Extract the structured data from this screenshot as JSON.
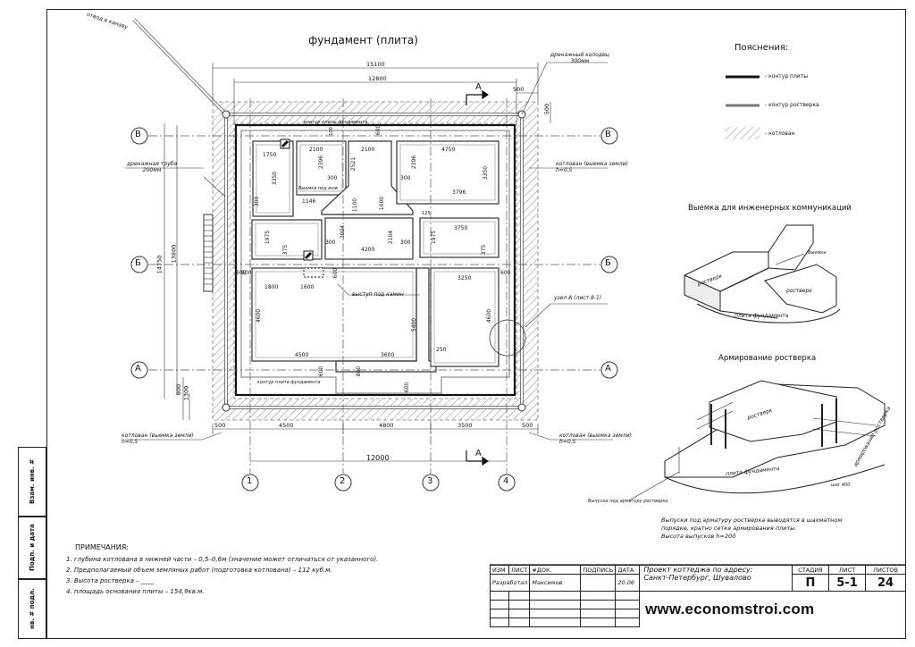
{
  "title": "фундамент (плита)",
  "legend": {
    "title": "Пояснения:",
    "items": [
      "- контур плиты",
      "- контур ростверка",
      "- котлован"
    ]
  },
  "dims": {
    "top_total": "15100",
    "top_mid": "12800",
    "top_500": "500",
    "bottom_total": "12000",
    "bottom_a": "4500",
    "bottom_b": "4800",
    "bottom_c": "3500",
    "bottom_500l": "500",
    "bottom_500r": "500",
    "left_total": "14750",
    "left_b": "13800",
    "left_800": "800",
    "left_1300": "1300",
    "right_500": "500"
  },
  "rooms": {
    "r1750": "1750",
    "r3350a": "3350",
    "r2100a": "2100",
    "r2396a": "2396",
    "r300a": "300",
    "r2521": "2521",
    "r2100b": "2100",
    "r2396b": "2396",
    "r4750": "4750",
    "r300b": "300",
    "r3350b": "3350",
    "r3796": "3796",
    "r1146": "1146",
    "r1100": "1100",
    "r1000": "1000",
    "r600a": "600",
    "r100": "100",
    "r125": "125",
    "r3750": "3750",
    "r1975a": "1975",
    "r1975b": "1975",
    "r375a": "375",
    "r375b": "375",
    "r2004": "2004",
    "r4200": "4200",
    "r2104": "2104",
    "r300c": "300",
    "r300d": "300",
    "r1800": "1800",
    "r1600": "1600",
    "r600b": "600",
    "r3250": "3250",
    "r600c": "600",
    "r4600a": "4600",
    "r5400": "5400",
    "r4600b": "4600",
    "r4500": "4500",
    "r3600": "3600",
    "r250": "250",
    "r600d": "600",
    "r800": "800",
    "r600e": "600",
    "r600f": "600",
    "r600g": "600",
    "r300e": "300"
  },
  "labels": {
    "otvod": "отвод в канаву",
    "drenazh_kolodec": "дренажный колодец\n300мм",
    "drenazh_truba": "дренажная труба\n200мм",
    "kotlovan_right1": "котлован (выемка земли)\nh=0,5",
    "kotlovan_right2": "котлован (выемка земли)\nh=0,5",
    "kotlovan_left": "котлован (выемка земли)\nh=0,5",
    "kontur_plity_top": "контур плиты фундамента",
    "kontur_plity_bottom": "контур плита фундамента",
    "kontur_rostverka": "контур ростверка",
    "vystup": "выступ под камин",
    "vyemka_pod_ink": "Выемка под инж.",
    "uzel": "узел А (лист 8-1)",
    "section_a": "А"
  },
  "axes": {
    "rows": [
      "В",
      "Б",
      "А"
    ],
    "cols": [
      "1",
      "2",
      "3",
      "4"
    ]
  },
  "details": {
    "vyemka_title": "Выемка для инженерных коммуникаций",
    "vyemka_labels": [
      "ростверк",
      "ростверк",
      "плита фундамента",
      "Выемка"
    ],
    "arm_title": "Армирование ростверка",
    "arm_labels": [
      "ростверк",
      "плита фундамента",
      "армирование ростверка",
      "шаг 400",
      "Выпуски под арматуру ростверка"
    ],
    "arm_note": "Выпуски под арматуру ростверка выводятся в шахматном\nпорядке, кратно сетке армирования плиты.\nВысота выпусков h=200"
  },
  "notes": {
    "title": "ПРИМЕЧАНИЯ:",
    "items": [
      "1.  глубина котлована в нижней части – 0,5–0,6м (значение может отличаться от указанного).",
      "2.  Предполагаемый объем земляных работ (подготовка котлована) – 112 куб.м.",
      "3.  Высота ростверка – ____",
      "4.  площадь основания плиты – 154,9кв.м."
    ]
  },
  "side_stamp": [
    "Взам. инв. #",
    "Подп. и дата",
    "нв. # подл."
  ],
  "stamp": {
    "headers": [
      "ИЗМ",
      "ЛИСТ",
      "#ДОК.",
      "ПОДПИСЬ",
      "ДАТА"
    ],
    "row1": [
      "Разработал",
      "Максимов",
      "",
      "20.06"
    ],
    "project": "Проект коттеджа по адресу:\nСанкт-Петербург, Шувалово",
    "stage_h": "СТАДИЯ",
    "sheet_h": "ЛИСТ",
    "sheets_h": "ЛИСТОВ",
    "stage": "П",
    "sheet": "5-1",
    "sheets": "24"
  },
  "website": "www.economstroi.com"
}
